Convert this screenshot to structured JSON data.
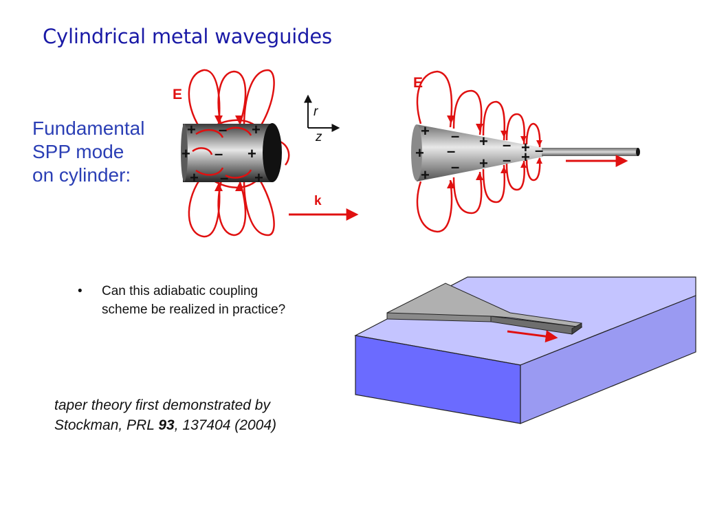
{
  "title": "Cylindrical metal waveguides",
  "mode_label": [
    "Fundamental",
    "SPP mode",
    "on cylinder:"
  ],
  "labels": {
    "field_E": "E",
    "axis_r": "r",
    "axis_z": "z",
    "wavevector_k": "k",
    "plus": "+",
    "minus": "–"
  },
  "bullet": {
    "marker": "•",
    "text": "Can this adiabatic coupling scheme be realized in practice?"
  },
  "citation": {
    "line1": "taper theory first demonstrated by",
    "line2_prefix": "Stockman, PRL ",
    "volume": "93",
    "line2_suffix": ", 137404 (2004)"
  },
  "colors": {
    "title": "#1a1aa6",
    "mode_label": "#2b3fb5",
    "field_lines": "#e01010",
    "substrate_top": "#c4c4ff",
    "substrate_front": "#6b6bff",
    "substrate_side": "#9a9af2",
    "metal_film": "#a9a9a9"
  },
  "icons": {
    "axes": "r-z-axes-icon",
    "arrow": "right-arrow-icon"
  }
}
